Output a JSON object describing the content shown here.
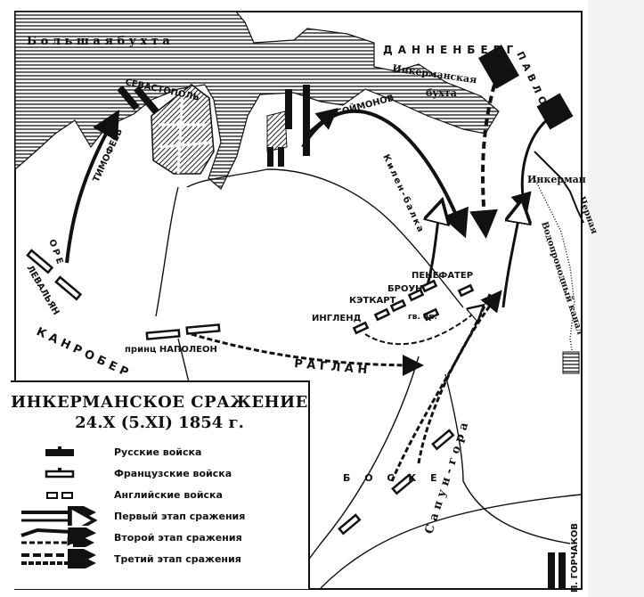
{
  "map": {
    "water_labels": {
      "big_bay": "Б о л ь ш а я   б у х т а",
      "inkerman_bay_1": "Инкерманская",
      "inkerman_bay_2": "бухта"
    },
    "places": {
      "sevastopol": "СЕВАСТОПОЛЬ",
      "kilen_balka": "Килен-балка",
      "inkerman": "Инкерман",
      "chernaya": "Черная",
      "aqueduct": "Водопроводный канал",
      "sapun": "Сапун-гора"
    },
    "commanders": {
      "dannenberg": "ДАННЕНБЕРГ",
      "pavlov": "ПАВЛОВ",
      "soymonov": "СОЙМОНОВ",
      "timofeev": "ТИМОФЕЕВ",
      "ore": "ОРЕ",
      "levalyan": "ЛЕВАЛЬЯН",
      "kanrober": "К А Н Р О Б Е Р",
      "napoleon": "принц НАПОЛЕОН",
      "raglan": "Р А Г Л А Н",
      "inglend": "ИНГЛЕНД",
      "ketkart": "КЭТКАРТ",
      "broun": "БРОУН",
      "penefater": "ПЕНЕФАТЕР",
      "guards": "гв. бр.",
      "boske": "Б О С К Е",
      "gorchakov": "П. ГОРЧАКОВ"
    }
  },
  "legend": {
    "title": "ИНКЕРМАНСКОЕ СРАЖЕНИЕ",
    "date": "24.X  (5.XI) 1854 г.",
    "items": [
      {
        "label": "Русские войска",
        "icon": "russian-troops"
      },
      {
        "label": "Французские войска",
        "icon": "french-troops"
      },
      {
        "label": "Английские войска",
        "icon": "english-troops"
      },
      {
        "label": "Первый этап сражения",
        "icon": "first-stage-arrows"
      },
      {
        "label": "Второй этап сражения",
        "icon": "second-stage-arrows"
      },
      {
        "label": "Третий этап сражения",
        "icon": "third-stage-arrows"
      }
    ]
  }
}
